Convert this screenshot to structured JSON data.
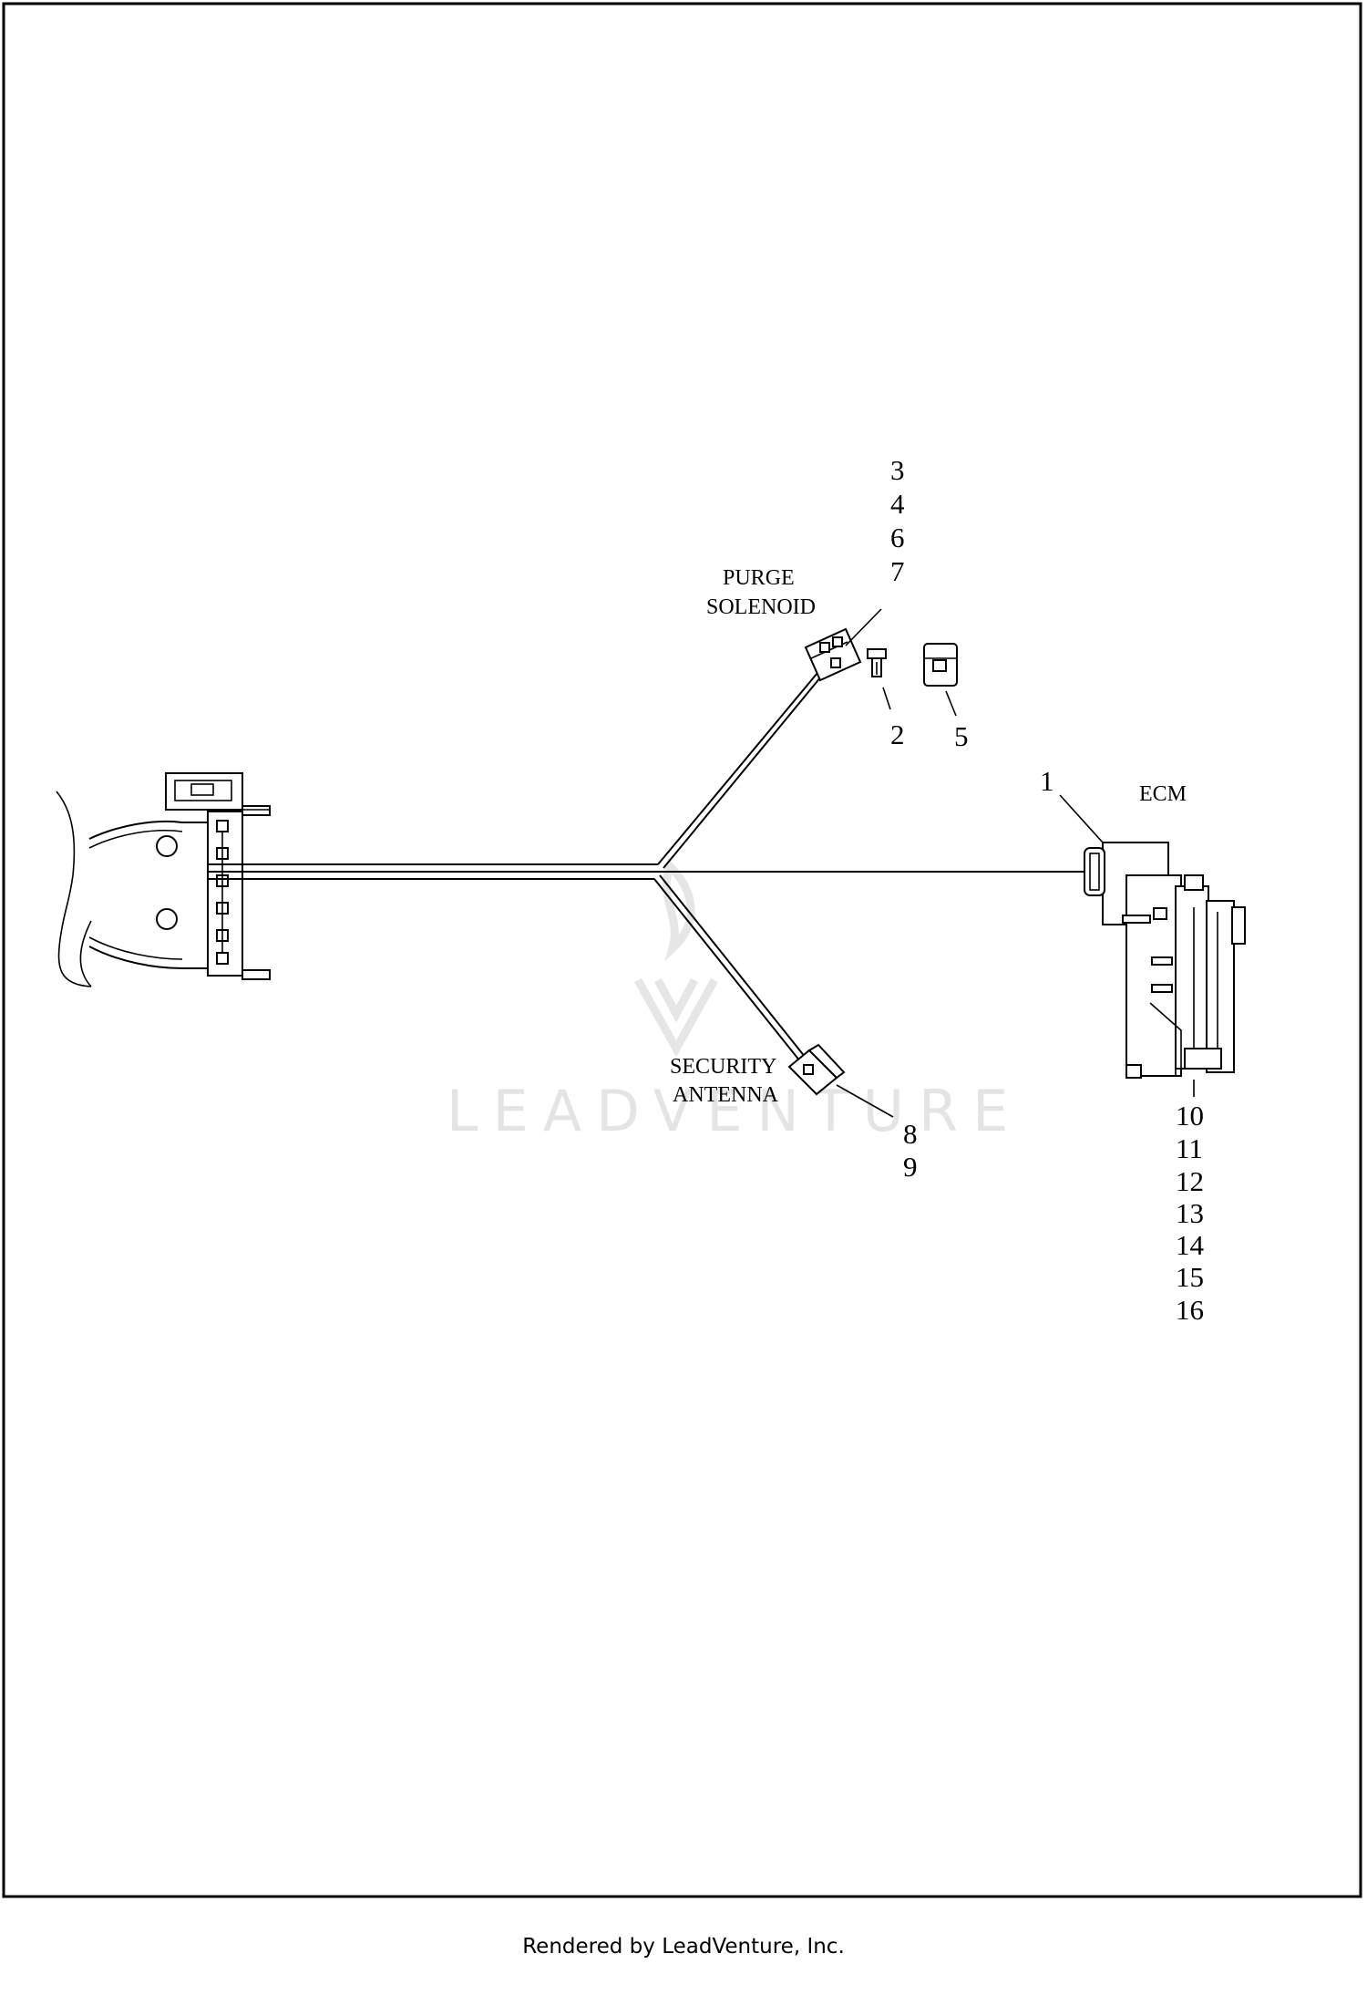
{
  "diagram": {
    "labels": {
      "purge_solenoid": [
        "PURGE",
        "SOLENOID"
      ],
      "ecm": "ECM",
      "security_antenna": [
        "SECURITY",
        "ANTENNA"
      ]
    },
    "callouts": {
      "purge_group": [
        "3",
        "4",
        "6",
        "7"
      ],
      "item_2": "2",
      "item_5": "5",
      "item_1": "1",
      "antenna_group": [
        "8",
        "9"
      ],
      "ecm_group": [
        "10",
        "11",
        "12",
        "13",
        "14",
        "15",
        "16"
      ]
    },
    "watermark": "LEADVENTURE"
  },
  "footer": {
    "text": "Rendered by LeadVenture, Inc."
  }
}
